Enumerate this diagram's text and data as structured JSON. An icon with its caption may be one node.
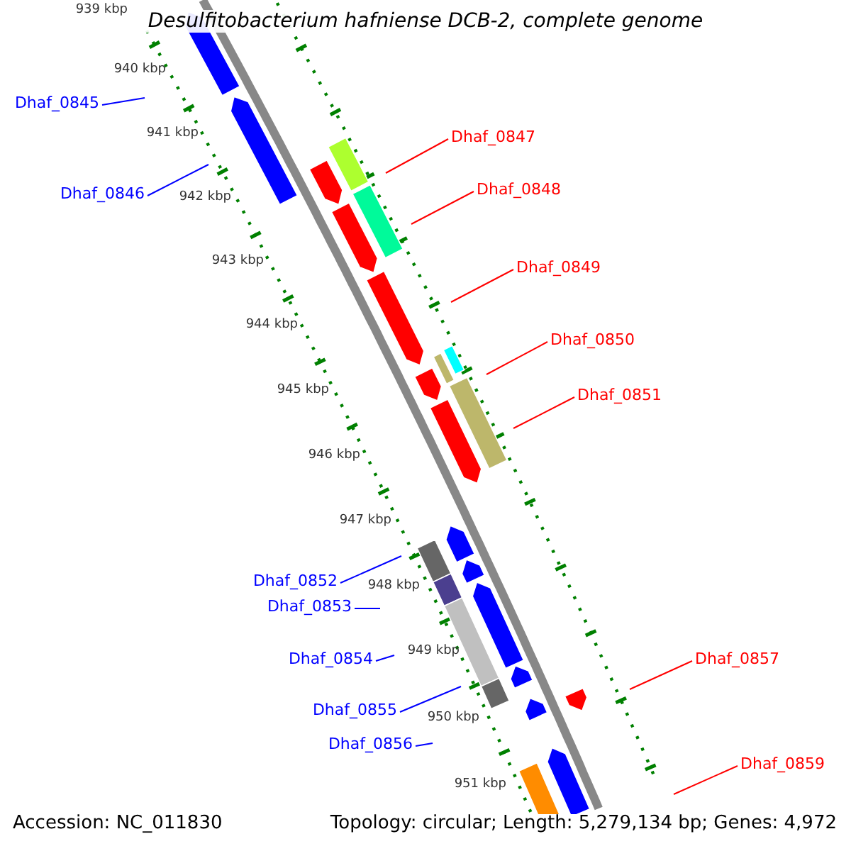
{
  "diagram": {
    "title": "Desulfitobacterium hafniense DCB-2, complete genome",
    "nodes": [
      {
        "text": [
          "Dhaf_0845"
        ]
      },
      {
        "text": [
          "Dhaf_0846"
        ]
      },
      {
        "text": [
          "Dhaf_0847"
        ]
      },
      {
        "text": [
          "Dhaf_0848"
        ]
      },
      {
        "text": [
          "Dhaf_0849"
        ]
      },
      {
        "text": [
          "Dhaf_0850"
        ]
      },
      {
        "text": [
          "Dhaf_0851"
        ]
      },
      {
        "text": [
          "Dhaf_0852"
        ]
      },
      {
        "text": [
          "Dhaf_0853"
        ]
      },
      {
        "text": [
          "Dhaf_0854"
        ]
      },
      {
        "text": [
          "Dhaf_0855"
        ]
      },
      {
        "text": [
          "Dhaf_0856"
        ]
      },
      {
        "text": [
          "Dhaf_0857"
        ]
      },
      {
        "text": [
          "Dhaf_0859"
        ]
      }
    ],
    "edges": [
      {
        "from": 0,
        "to": null,
        "arrow": "none",
        "color": "#0000ff"
      },
      {
        "from": 1,
        "to": null,
        "arrow": "none",
        "color": "#0000ff"
      },
      {
        "from": 2,
        "to": null,
        "arrow": "none",
        "color": "#ff0000"
      },
      {
        "from": 3,
        "to": null,
        "arrow": "none",
        "color": "#ff0000"
      },
      {
        "from": 4,
        "to": null,
        "arrow": "none",
        "color": "#ff0000"
      },
      {
        "from": 5,
        "to": null,
        "arrow": "none",
        "color": "#ff0000"
      },
      {
        "from": 6,
        "to": null,
        "arrow": "none",
        "color": "#ff0000"
      },
      {
        "from": 7,
        "to": null,
        "arrow": "none",
        "color": "#0000ff"
      },
      {
        "from": 8,
        "to": null,
        "arrow": "none",
        "color": "#0000ff"
      },
      {
        "from": 9,
        "to": null,
        "arrow": "none",
        "color": "#0000ff"
      },
      {
        "from": 10,
        "to": null,
        "arrow": "none",
        "color": "#0000ff"
      },
      {
        "from": 11,
        "to": null,
        "arrow": "none",
        "color": "#0000ff"
      },
      {
        "from": 12,
        "to": null,
        "arrow": "none",
        "color": "#ff0000"
      },
      {
        "from": 13,
        "to": null,
        "arrow": "none",
        "color": "#ff0000"
      }
    ],
    "labels": [
      "939 kbp",
      "940 kbp",
      "941 kbp",
      "942 kbp",
      "943 kbp",
      "944 kbp",
      "945 kbp",
      "946 kbp",
      "947 kbp",
      "948 kbp",
      "949 kbp",
      "950 kbp",
      "951 kbp",
      "Accession: NC_011830",
      "Topology: circular; Length: 5,279,134 bp; Genes: 4,972"
    ]
  }
}
